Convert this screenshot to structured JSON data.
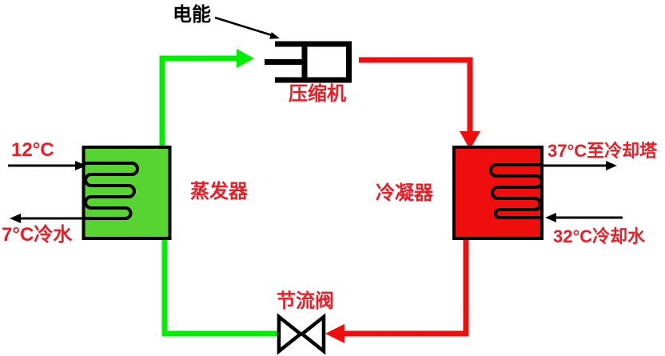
{
  "diagram": {
    "type": "refrigeration-cycle",
    "components": {
      "power_input": "电能",
      "compressor": "压缩机",
      "evaporator": "蒸发器",
      "condenser": "冷凝器",
      "throttle_valve": "节流阀"
    },
    "flows": {
      "chilled_water_in": "12°C",
      "chilled_water_out": "7°C冷水",
      "cooling_water_out": "37°C至冷却塔",
      "cooling_water_in": "32°C冷却水"
    },
    "colors": {
      "background": "#ffffff",
      "evaporator_fill": "#58d432",
      "cold_pipe": "#00ee00",
      "hot_pipe": "#ee0e0e",
      "condenser_fill": "#ee0e0e",
      "label_red": "#ed1c24",
      "black": "#000000",
      "white": "#ffffff"
    }
  }
}
